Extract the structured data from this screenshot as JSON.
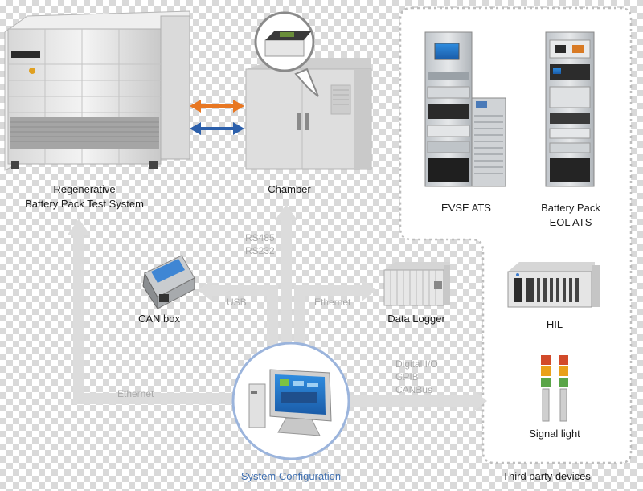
{
  "nodes": {
    "regen": {
      "line1": "Regenerative",
      "line2": "Battery Pack Test System"
    },
    "chamber": {
      "label": "Chamber"
    },
    "evse": {
      "label": "EVSE ATS"
    },
    "eol": {
      "line1": "Battery Pack",
      "line2": "EOL ATS"
    },
    "canbox": {
      "label": "CAN box"
    },
    "datalogger": {
      "label": "Data Logger"
    },
    "hil": {
      "label": "HIL"
    },
    "signal": {
      "label": "Signal light"
    },
    "system": {
      "label": "System Configuration"
    },
    "third_party": {
      "label": "Third party devices"
    }
  },
  "connections": {
    "rs485": "RS485",
    "rs232": "RS232",
    "usb": "USB",
    "ethernet_logger": "Ethernet",
    "ethernet_regen": "Ethernet",
    "digital_io": "Digital I/O",
    "gpib": "GPIB",
    "canbus": "CANBus"
  },
  "colors": {
    "arrow_gray": "#dcdcdc",
    "orange_arrow": "#e87722",
    "blue_arrow": "#2b5fab",
    "system_ring": "#9bb4dc",
    "label_blue": "#3f6fb0"
  },
  "icons": [
    "regenerative-cabinet-icon",
    "chamber-icon",
    "battery-cell-icon",
    "evse-rack-icon",
    "eol-rack-icon",
    "can-box-icon",
    "data-logger-icon",
    "hil-chassis-icon",
    "signal-light-icon",
    "computer-monitor-icon"
  ]
}
